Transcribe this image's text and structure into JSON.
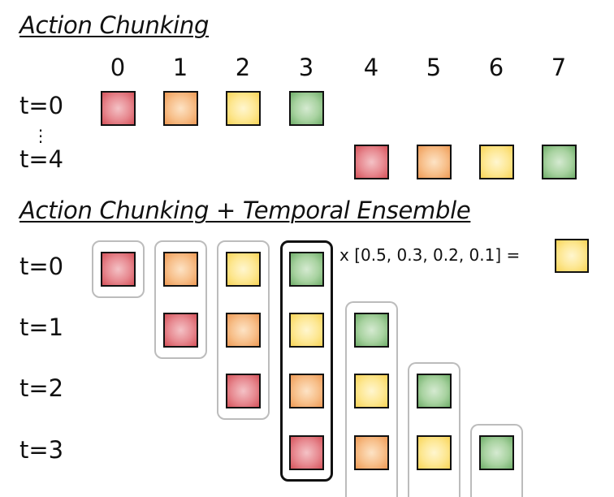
{
  "section1": {
    "title": "Action Chunking",
    "indices": [
      "0",
      "1",
      "2",
      "3",
      "4",
      "5",
      "6",
      "7"
    ],
    "rows": [
      {
        "label": "t=0",
        "start": 0,
        "colors": [
          "red",
          "orange",
          "yellow",
          "green"
        ]
      },
      {
        "label": "t=4",
        "start": 4,
        "colors": [
          "red",
          "orange",
          "yellow",
          "green"
        ]
      }
    ]
  },
  "section2": {
    "title": "Action Chunking + Temporal Ensemble",
    "rows": [
      {
        "label": "t=0",
        "start": 0,
        "colors": [
          "red",
          "orange",
          "yellow",
          "green"
        ]
      },
      {
        "label": "t=1",
        "start": 1,
        "colors": [
          "red",
          "orange",
          "yellow",
          "green"
        ]
      },
      {
        "label": "t=2",
        "start": 2,
        "colors": [
          "red",
          "orange",
          "yellow",
          "green"
        ]
      },
      {
        "label": "t=3",
        "start": 3,
        "colors": [
          "red",
          "orange",
          "yellow",
          "green"
        ]
      }
    ],
    "highlighted_column": 3,
    "formula": "x [0.5, 0.3, 0.2, 0.1] =",
    "result_color": "yellow"
  },
  "colors": {
    "red": "#e78990",
    "orange": "#f7bf8a",
    "yellow": "#fde792",
    "green": "#a8d2a0",
    "group_border": "#bcbcbc"
  }
}
